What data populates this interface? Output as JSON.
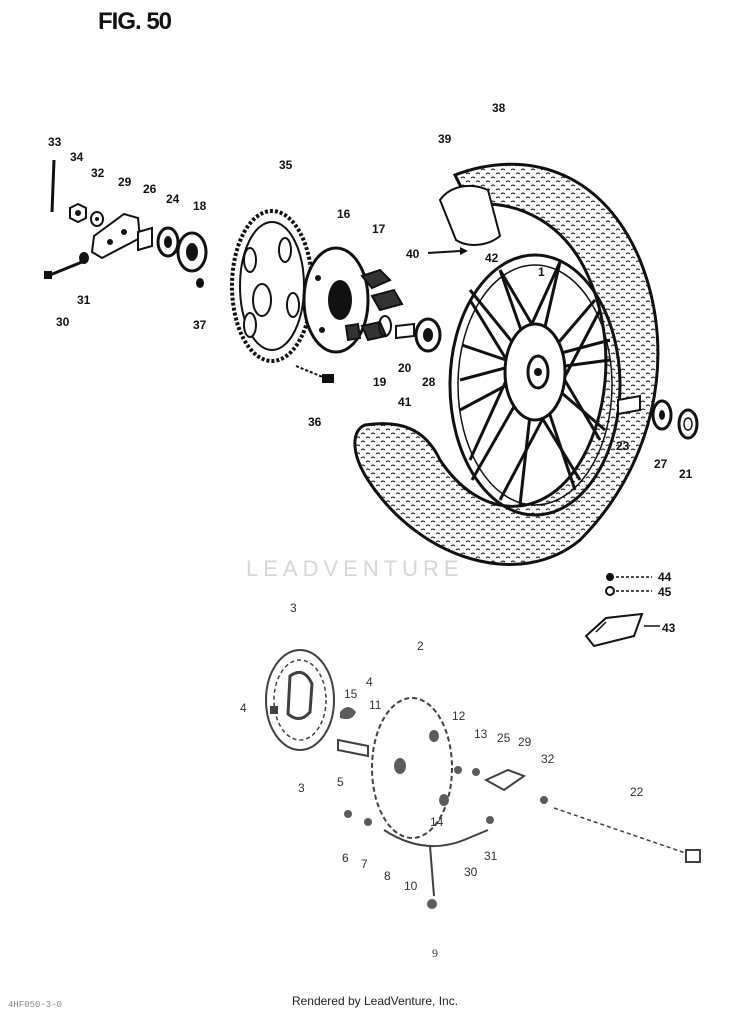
{
  "figure": {
    "title": "FIG. 50",
    "page_number": "9",
    "footer_code": "4HF050-3-0",
    "watermark": "LEADVENTURE",
    "credit": "Rendered by LeadVenture, Inc."
  },
  "callouts": [
    {
      "id": "c33",
      "text": "33"
    },
    {
      "id": "c34",
      "text": "34"
    },
    {
      "id": "c32",
      "text": "32"
    },
    {
      "id": "c29",
      "text": "29"
    },
    {
      "id": "c26",
      "text": "26"
    },
    {
      "id": "c24",
      "text": "24"
    },
    {
      "id": "c18",
      "text": "18"
    },
    {
      "id": "c30",
      "text": "30"
    },
    {
      "id": "c31",
      "text": "31"
    },
    {
      "id": "c37",
      "text": "37"
    },
    {
      "id": "c35",
      "text": "35"
    },
    {
      "id": "c16",
      "text": "16"
    },
    {
      "id": "c17",
      "text": "17"
    },
    {
      "id": "c19",
      "text": "19"
    },
    {
      "id": "c20",
      "text": "20"
    },
    {
      "id": "c28",
      "text": "28"
    },
    {
      "id": "c36",
      "text": "36"
    },
    {
      "id": "c38",
      "text": "38"
    },
    {
      "id": "c39",
      "text": "39"
    },
    {
      "id": "c40",
      "text": "40"
    },
    {
      "id": "c42",
      "text": "42"
    },
    {
      "id": "c1",
      "text": "1"
    },
    {
      "id": "c41",
      "text": "41"
    },
    {
      "id": "c23",
      "text": "23"
    },
    {
      "id": "c27",
      "text": "27"
    },
    {
      "id": "c21",
      "text": "21"
    },
    {
      "id": "c44",
      "text": "44"
    },
    {
      "id": "c45",
      "text": "45"
    },
    {
      "id": "c43",
      "text": "43"
    },
    {
      "id": "c3",
      "text": "3"
    },
    {
      "id": "c2",
      "text": "2"
    },
    {
      "id": "c4a",
      "text": "4"
    },
    {
      "id": "c4b",
      "text": "4"
    },
    {
      "id": "c15",
      "text": "15"
    },
    {
      "id": "c11",
      "text": "11"
    },
    {
      "id": "c12",
      "text": "12"
    },
    {
      "id": "c13",
      "text": "13"
    },
    {
      "id": "c25",
      "text": "25"
    },
    {
      "id": "c29b",
      "text": "29"
    },
    {
      "id": "c32b",
      "text": "32"
    },
    {
      "id": "c22",
      "text": "22"
    },
    {
      "id": "c5",
      "text": "5"
    },
    {
      "id": "c3b",
      "text": "3"
    },
    {
      "id": "c14",
      "text": "14"
    },
    {
      "id": "c6",
      "text": "6"
    },
    {
      "id": "c7",
      "text": "7"
    },
    {
      "id": "c8",
      "text": "8"
    },
    {
      "id": "c10",
      "text": "10"
    },
    {
      "id": "c30b",
      "text": "30"
    },
    {
      "id": "c31b",
      "text": "31"
    }
  ]
}
